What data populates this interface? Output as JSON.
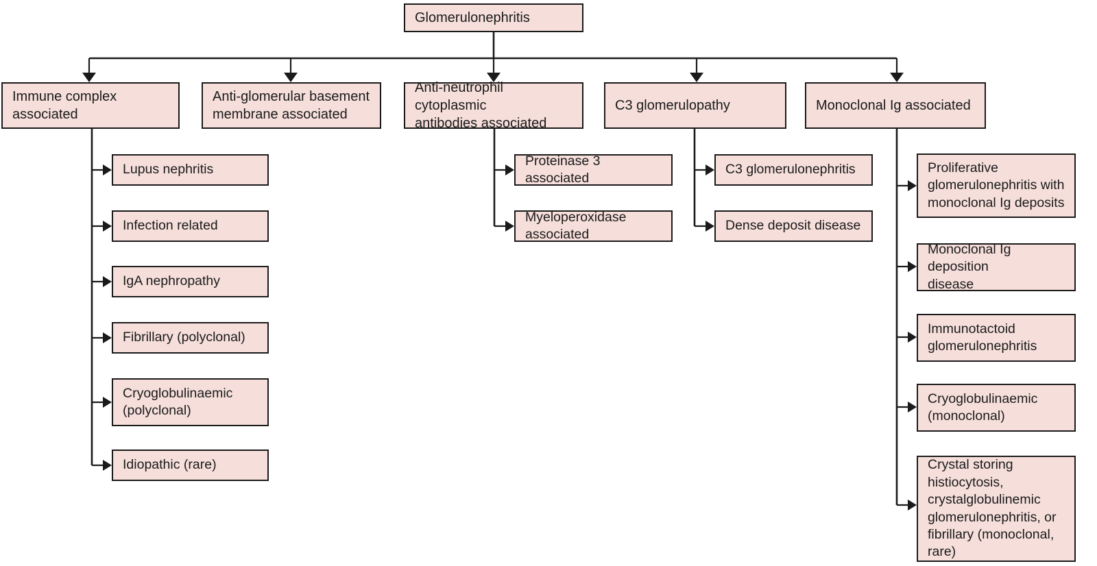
{
  "diagram": {
    "title": "Glomerulonephritis classification",
    "colors": {
      "node_fill": "#f6dfdb",
      "node_border": "#1a1a1a",
      "connector": "#1a1a1a",
      "background": "#ffffff"
    },
    "root": {
      "label": "Glomerulonephritis"
    },
    "categories": [
      {
        "label": "Immune complex associated"
      },
      {
        "label": "Anti-glomerular basement\nmembrane associated"
      },
      {
        "label": "Anti-neutrophil cytoplasmic\nantibodies associated"
      },
      {
        "label": "C3 glomerulopathy"
      },
      {
        "label": "Monoclonal Ig associated"
      }
    ],
    "immune_complex_children": [
      {
        "label": "Lupus nephritis"
      },
      {
        "label": "Infection related"
      },
      {
        "label": "IgA nephropathy"
      },
      {
        "label": "Fibrillary (polyclonal)"
      },
      {
        "label": "Cryoglobulinaemic\n(polyclonal)"
      },
      {
        "label": "Idiopathic (rare)"
      }
    ],
    "anca_children": [
      {
        "label": "Proteinase 3 associated"
      },
      {
        "label": "Myeloperoxidase associated"
      }
    ],
    "c3_children": [
      {
        "label": "C3 glomerulonephritis"
      },
      {
        "label": "Dense deposit disease"
      }
    ],
    "monoclonal_children": [
      {
        "label": "Proliferative\nglomerulonephritis with\nmonoclonal Ig deposits"
      },
      {
        "label": "Monoclonal Ig deposition\ndisease"
      },
      {
        "label": "Immunotactoid\nglomerulonephritis"
      },
      {
        "label": "Cryoglobulinaemic\n(monoclonal)"
      },
      {
        "label": "Crystal storing\nhistiocytosis,\ncrystalglobulinemic\nglomerulonephritis, or\nfibrillary (monoclonal, rare)"
      }
    ]
  }
}
